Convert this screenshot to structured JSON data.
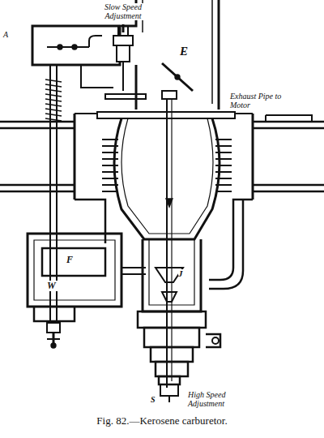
{
  "diagram": {
    "caption": "Fig. 82.—Kerosene carburetor.",
    "labels": [
      "Slow Speed Adjustment",
      "E",
      "Exhaust Pipe to Motor",
      "A",
      "F",
      "W",
      "J",
      "S",
      "High Speed Adjustment"
    ]
  }
}
